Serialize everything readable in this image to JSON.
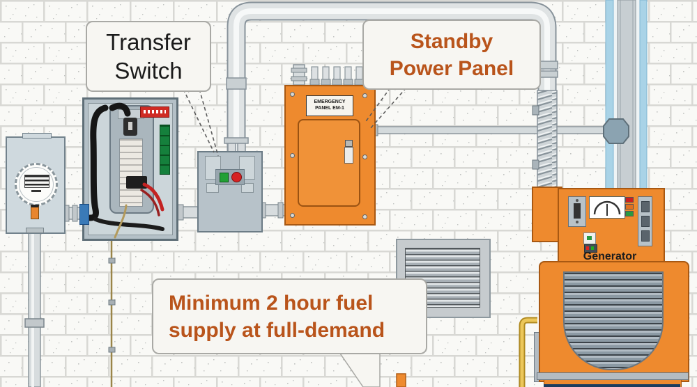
{
  "diagram": {
    "callouts": {
      "transfer_switch": {
        "lines": [
          "Transfer",
          "Switch"
        ]
      },
      "standby_power_panel": {
        "lines": [
          "Standby",
          "Power Panel"
        ]
      },
      "fuel_supply": {
        "lines": [
          "Minimum 2 hour fuel",
          "supply at full-demand"
        ]
      }
    },
    "labels": {
      "generator": "Generator",
      "standby_panel_nameplate": {
        "lines": [
          "EMERGENCY",
          "PANEL EM-1"
        ]
      }
    },
    "colors": {
      "equipment_orange": "#ee8a2e",
      "callout_text_orange": "#b9541b",
      "callout_fill": "#f7f6f2",
      "callout_dark_text": "#1b1b1b",
      "exhaust_pipe_blue": "#a9d3e7",
      "conduit_gray": "#d7dcde",
      "fuel_line_yellow": "#e0b84a",
      "grille_gray": "#9fadb6",
      "brick_mortar": "#d8d8d4"
    }
  }
}
